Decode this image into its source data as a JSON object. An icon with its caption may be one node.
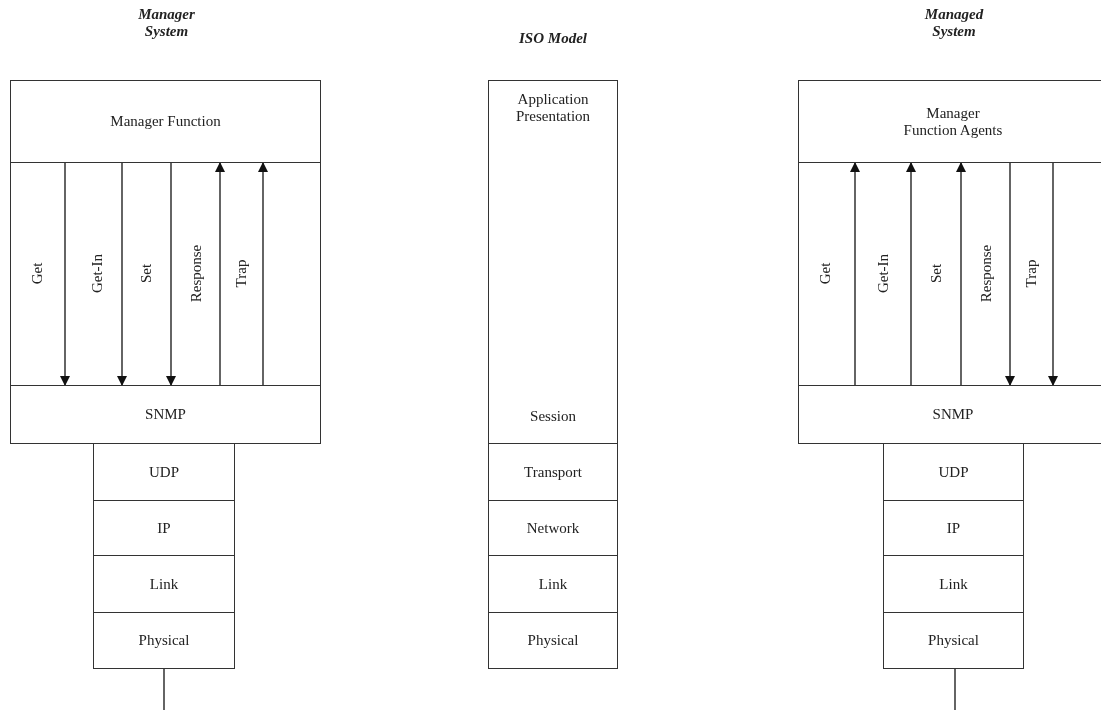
{
  "diagram": {
    "nodes": [
      {
        "text": [
          "Manager System"
        ]
      },
      {
        "text": [
          "Manager Function"
        ],
        "in": 0
      },
      {
        "text": [
          "SNMP"
        ],
        "in": 0
      },
      {
        "text": [
          "UDP"
        ]
      },
      {
        "text": [
          "IP"
        ]
      },
      {
        "text": [
          "Link"
        ]
      },
      {
        "text": [
          "Physical"
        ]
      },
      {
        "text": [
          "Application Presentation",
          "Session"
        ]
      },
      {
        "text": [
          "Transport"
        ]
      },
      {
        "text": [
          "Network"
        ]
      },
      {
        "text": [
          "Link"
        ]
      },
      {
        "text": [
          "Physical"
        ]
      },
      {
        "text": [
          "Managed System"
        ]
      },
      {
        "text": [
          "Manager Function Agents"
        ],
        "in": 12
      },
      {
        "text": [
          "SNMP"
        ],
        "in": 12
      },
      {
        "text": [
          "UDP"
        ]
      },
      {
        "text": [
          "IP"
        ]
      },
      {
        "text": [
          "Link"
        ]
      },
      {
        "text": [
          "Physical"
        ]
      }
    ],
    "edges": [
      {
        "from": 1,
        "to": 2,
        "arrow": "to",
        "label": "Get"
      },
      {
        "from": 1,
        "to": 2,
        "arrow": "to",
        "label": "Get-In"
      },
      {
        "from": 1,
        "to": 2,
        "arrow": "to",
        "label": "Set"
      },
      {
        "from": 2,
        "to": 1,
        "arrow": "to",
        "label": "Response"
      },
      {
        "from": 2,
        "to": 1,
        "arrow": "to",
        "label": "Trap"
      },
      {
        "from": 6,
        "to": null,
        "arrow": "none"
      },
      {
        "from": 14,
        "to": 13,
        "arrow": "to",
        "label": "Get"
      },
      {
        "from": 14,
        "to": 13,
        "arrow": "to",
        "label": "Get-In"
      },
      {
        "from": 14,
        "to": 13,
        "arrow": "to",
        "label": "Set"
      },
      {
        "from": 13,
        "to": 14,
        "arrow": "to",
        "label": "Response"
      },
      {
        "from": 13,
        "to": 14,
        "arrow": "to",
        "label": "Trap"
      },
      {
        "from": 18,
        "to": null,
        "arrow": "none"
      }
    ],
    "labels": [
      "ISO Model"
    ]
  }
}
